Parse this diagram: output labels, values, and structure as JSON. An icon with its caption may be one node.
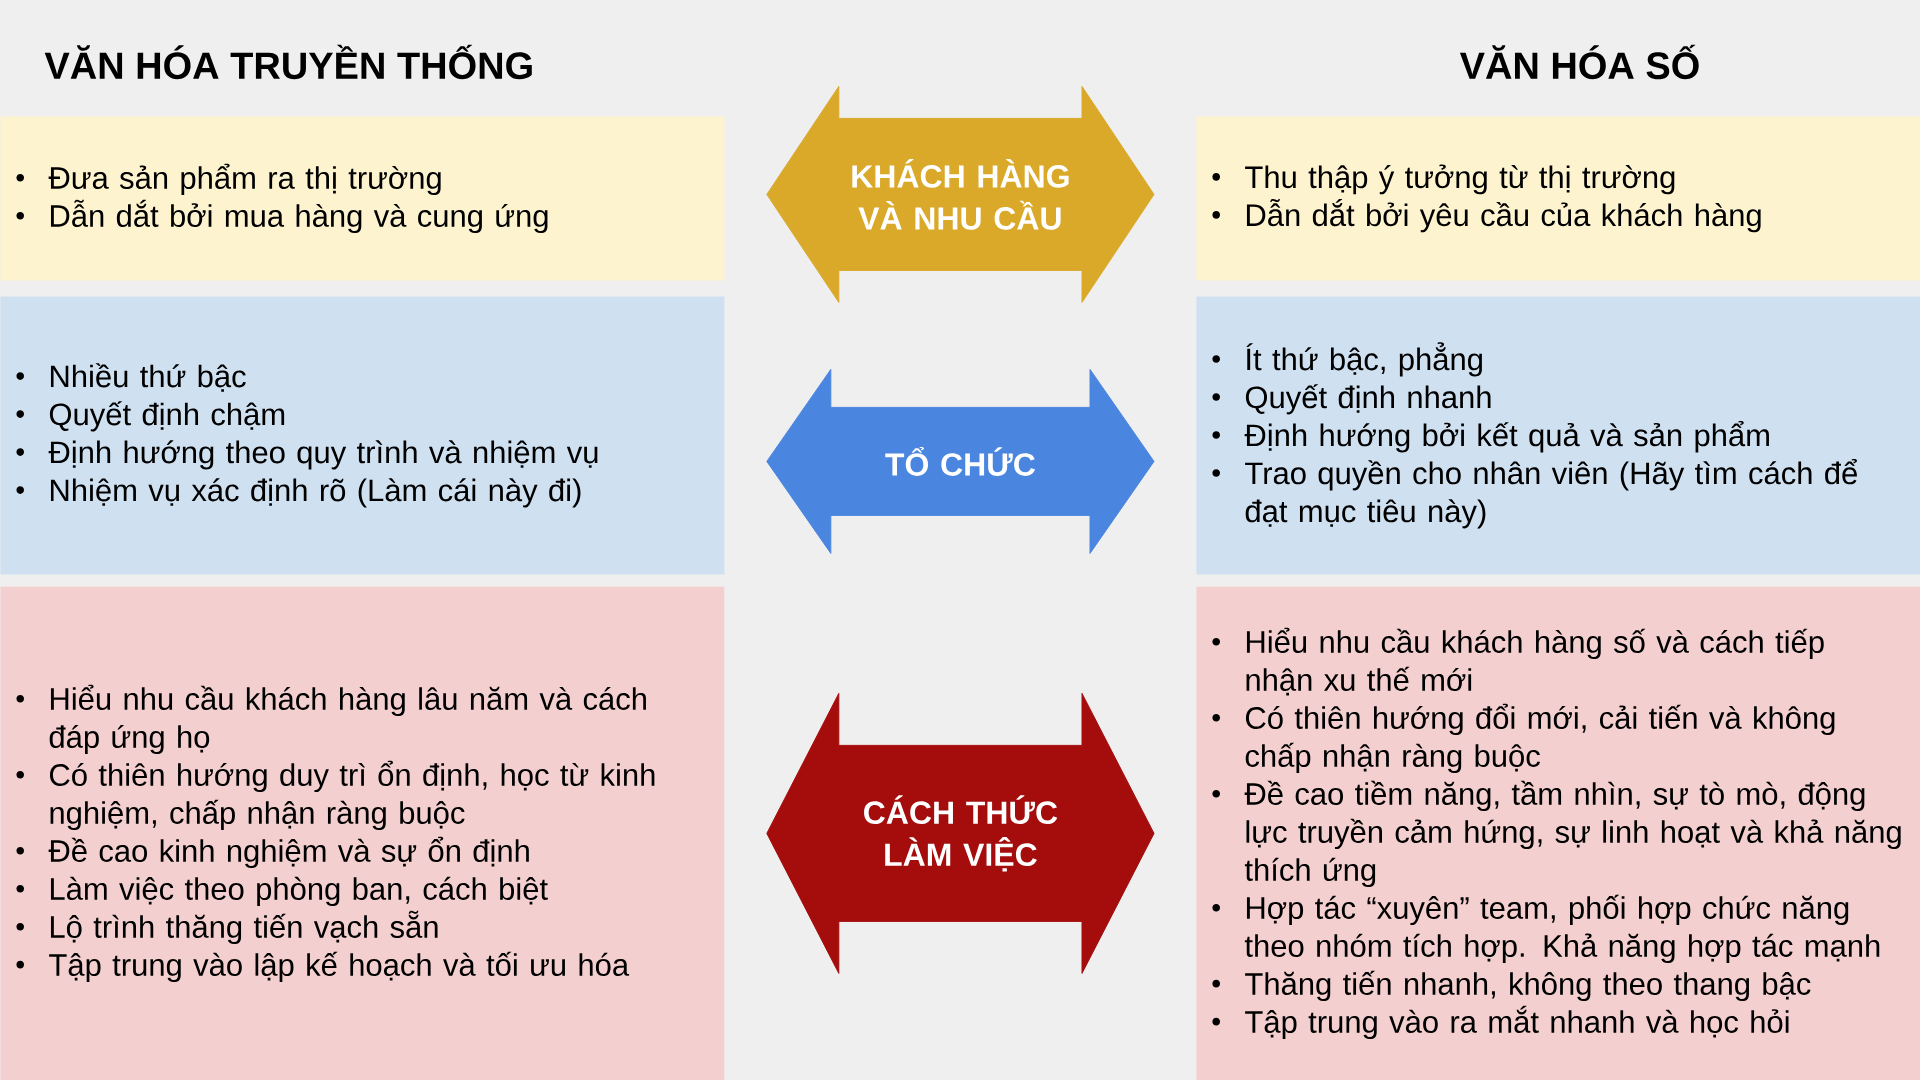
{
  "diagram": {
    "nodes": [
      {
        "text": [
          "Đưa sản phẩm ra thị trường",
          "Dẫn dắt bởi mua hàng và cung ứng"
        ]
      },
      {
        "text": [
          "Thu thập ý tưởng từ thị trường",
          "Dẫn dắt bởi yêu cầu của khách hàng"
        ]
      },
      {
        "text": [
          "Nhiều thứ bậc",
          "Quyết định chậm",
          "Định hướng theo quy trình và nhiệm vụ",
          "Nhiệm vụ xác định rõ (Làm cái này đi)"
        ]
      },
      {
        "text": [
          "Ít thứ bậc, phẳng",
          "Quyết định nhanh",
          "Định hướng bởi kết quả và sản phẩm",
          "Trao quyền cho nhân viên (Hãy tìm cách để đạt mục tiêu này)"
        ]
      },
      {
        "text": [
          "Hiểu nhu cầu khách hàng lâu năm và cách đáp ứng họ",
          "Có thiên hướng duy trì ổn định, học từ kinh nghiệm, chấp nhận ràng buộc",
          "Đề cao kinh nghiệm và sự ổn định",
          "Làm việc theo phòng ban, cách biệt",
          "Lộ trình thăng tiến vạch sẵn",
          "Tập trung vào lập kế hoạch và tối ưu hóa"
        ]
      },
      {
        "text": [
          "Hiểu nhu cầu khách hàng số và cách tiếp nhận xu thế mới",
          "Có thiên hướng đổi mới, cải tiến và không chấp nhận ràng buộc",
          "Đề cao tiềm năng, tầm nhìn, sự tò mò, động lực truyền cảm hứng, sự linh hoạt và khả năng thích ứng",
          "Hợp tác “xuyên” team, phối hợp chức năng theo nhóm tích hợp. Khả năng hợp tác mạnh",
          "Thăng tiến nhanh, không theo thang bậc",
          "Tập trung vào ra mắt nhanh và học hỏi"
        ]
      }
    ],
    "edges": [
      {
        "from": 0,
        "to": 1,
        "arrow": "both",
        "label": "KHÁCH HÀNG VÀ NHU CẦU",
        "color": "#dba92a"
      },
      {
        "from": 2,
        "to": 3,
        "arrow": "both",
        "label": "TỔ CHỨC",
        "color": "#4a86e0"
      },
      {
        "from": 4,
        "to": 5,
        "arrow": "both",
        "label": "CÁCH THỨC LÀM VIỆC",
        "color": "#a50d0d"
      }
    ],
    "labels": [
      "VĂN HÓA TRUYỀN THỐNG",
      "VĂN HÓA SỐ"
    ]
  }
}
